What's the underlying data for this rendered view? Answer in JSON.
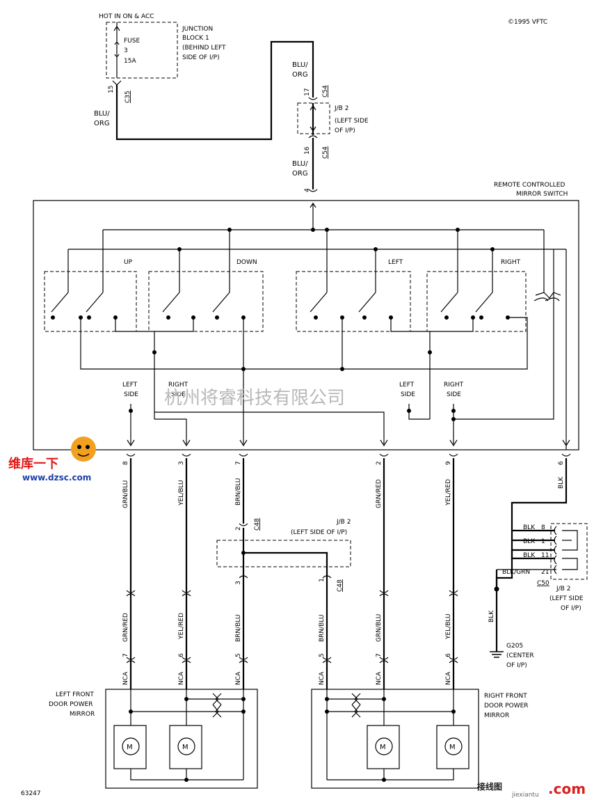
{
  "top": {
    "hot_in": "HOT IN ON & ACC",
    "copyright": "©1995 VFTC",
    "fuse_label": "FUSE",
    "fuse_num": "3",
    "fuse_amps": "15A",
    "junction_block": [
      "JUNCTION",
      "BLOCK 1",
      "(BEHIND LEFT",
      "SIDE OF I/P)"
    ],
    "c35_pin": "15",
    "c35": "C35",
    "blu_org_1": [
      "BLU/",
      "ORG"
    ],
    "blu_org_2": [
      "BLU/",
      "ORG"
    ],
    "blu_org_3": [
      "BLU/",
      "ORG"
    ],
    "c54_pin_top": "17",
    "c54_pin_bot": "16",
    "c54": "C54",
    "jb2": [
      "J/B 2",
      "(LEFT SIDE",
      "OF I/P)"
    ],
    "switch_pin": "4"
  },
  "switch": {
    "title": [
      "REMOTE CONTROLLED",
      "MIRROR SWITCH"
    ],
    "up": "UP",
    "down": "DOWN",
    "left": "LEFT",
    "right": "RIGHT",
    "left_side_1": [
      "LEFT",
      "SIDE"
    ],
    "right_side_1": [
      "RIGHT",
      "SIDE"
    ],
    "left_side_2": [
      "LEFT",
      "SIDE"
    ],
    "right_side_2": [
      "RIGHT",
      "SIDE"
    ]
  },
  "wires": {
    "pins_top": [
      "8",
      "3",
      "7",
      "2",
      "9",
      "6"
    ],
    "colors_top": [
      "GRN/BLU",
      "YEL/BLU",
      "BRN/BLU",
      "GRN/RED",
      "YEL/RED",
      "BLK"
    ],
    "colors_bottom": [
      "GRN/RED",
      "YEL/RED",
      "BRN/BLU",
      "BRN/BLU",
      "GRN/BLU",
      "YEL/BLU"
    ],
    "pins_bottom": [
      "7",
      "6",
      "5",
      "5",
      "7",
      "6"
    ],
    "nca": "NCA"
  },
  "c48": {
    "pin_top": "2",
    "pin_bot_left": "3",
    "pin_bot_right": "1",
    "name": "C48",
    "jb2": [
      "J/B 2",
      "(LEFT SIDE OF I/P)"
    ]
  },
  "c50": {
    "rows": [
      "BLK",
      "BLK",
      "BLK",
      "BLK/GRN"
    ],
    "pins": [
      "8",
      "1",
      "11",
      "21"
    ],
    "name": "C50",
    "jb2": [
      "J/B 2",
      "(LEFT SIDE",
      "OF I/P)"
    ],
    "blk": "BLK",
    "ground": [
      "G205",
      "(CENTER",
      "OF I/P)"
    ]
  },
  "mirrors": {
    "left": [
      "LEFT FRONT",
      "DOOR POWER",
      "MIRROR"
    ],
    "right": [
      "RIGHT FRONT",
      "DOOR POWER",
      "MIRROR"
    ],
    "motor": "M"
  },
  "footer": {
    "figure_id": "63247",
    "site_brand": "接线图",
    "site_url": "jiexiantu",
    "site_com": ".com",
    "logo_text": "维库一下",
    "logo_url": "www.dzsc.com",
    "watermark": "杭州将睿科技有限公司"
  }
}
